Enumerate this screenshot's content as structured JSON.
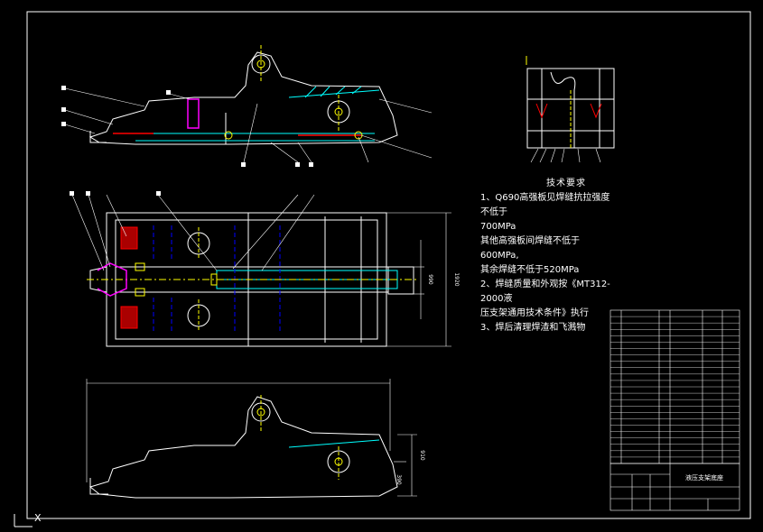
{
  "technical_requirements": {
    "title": "技术要求",
    "lines": [
      "1、Q690高强板见焊缝抗拉强度不低于",
      "700MPa",
      "   其他高强板间焊缝不低于600MPa,",
      "其余焊缝不低于520MPa",
      "2、焊缝质量和外观按《MT312-2000液",
      "压支架通用技术条件》执行",
      "3、焊后清理焊渣和飞溅物"
    ]
  },
  "title_block": {
    "drawing_name": "液压支架底座"
  },
  "dimensions": {
    "overall_width": "1920",
    "inner_width": "990",
    "height_910": "910",
    "height_390": "390"
  },
  "axis": {
    "x_label": "X"
  },
  "colors": {
    "background": "#000000",
    "line": "#ffffff",
    "cyan": "#00ffff",
    "yellow": "#ffff00",
    "red": "#ff0000",
    "magenta": "#ff00ff",
    "blue": "#0000ff",
    "green": "#00ff00"
  }
}
